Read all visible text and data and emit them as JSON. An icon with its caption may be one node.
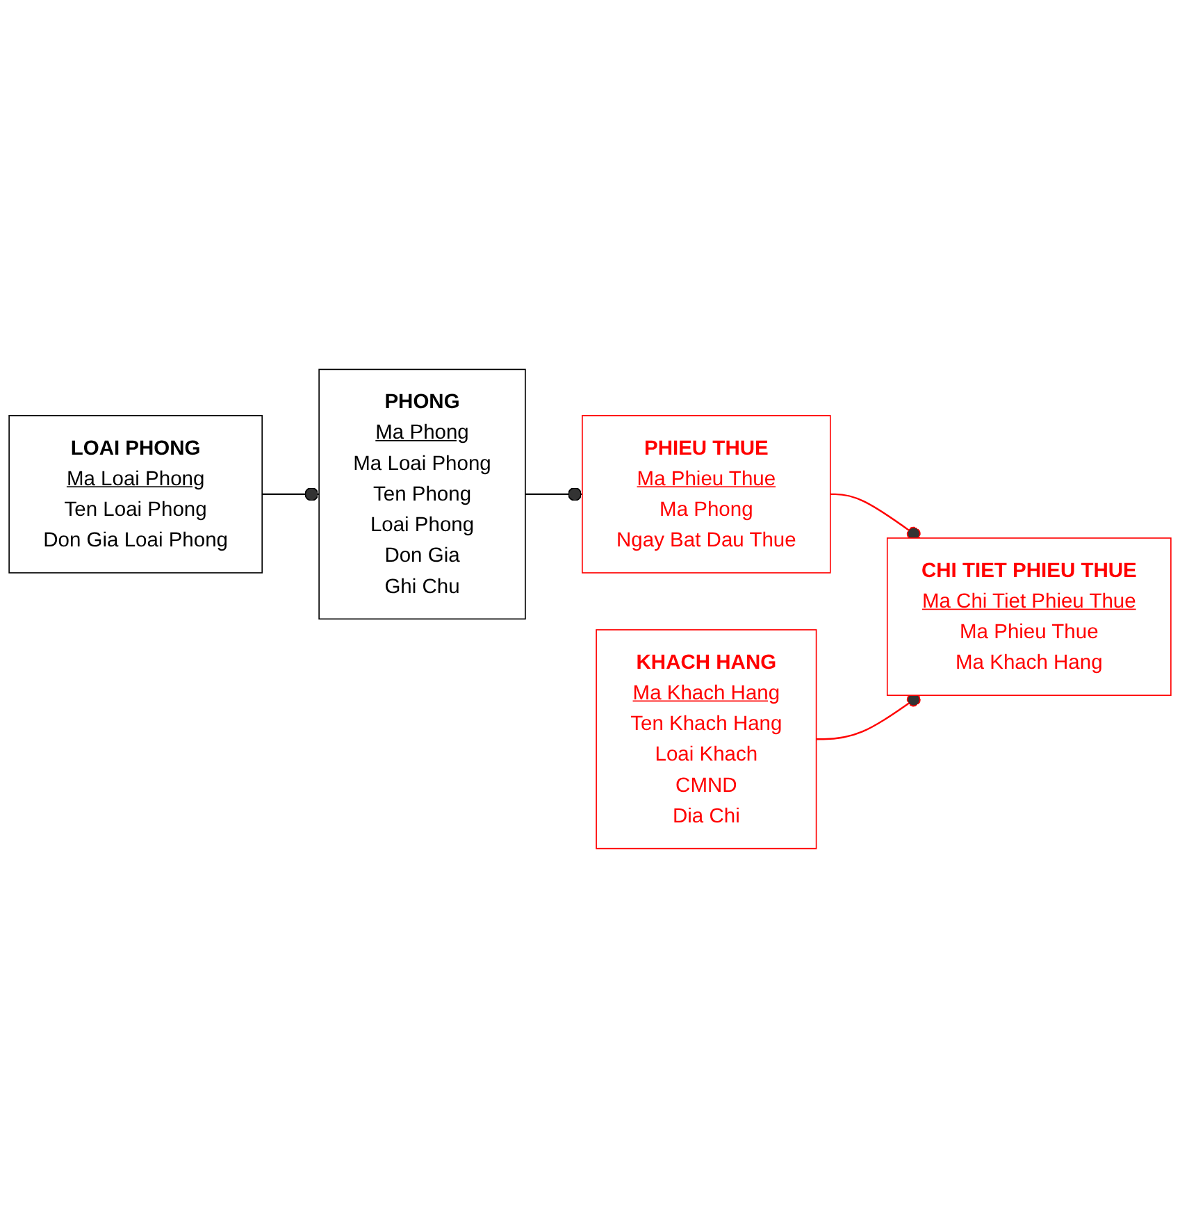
{
  "diagram": {
    "nodes": [
      {
        "text": [
          "LOAI PHONG",
          "Ma Loai Phong",
          "Ten Loai Phong",
          "Don Gia Loai Phong"
        ]
      },
      {
        "text": [
          "PHONG",
          "Ma Phong",
          "Ma Loai Phong",
          "Ten Phong",
          "Loai Phong",
          "Don Gia",
          "Ghi Chu"
        ]
      },
      {
        "text": [
          "PHIEU THUE",
          "Ma Phieu Thue",
          "Ma Phong",
          "Ngay Bat Dau Thue"
        ]
      },
      {
        "text": [
          "CHI TIET PHIEU THUE",
          "Ma Chi Tiet Phieu Thue",
          "Ma Phieu Thue",
          "Ma Khach Hang"
        ]
      },
      {
        "text": [
          "KHACH HANG",
          "Ma Khach Hang",
          "Ten Khach Hang",
          "Loai Khach",
          "CMND",
          "Dia Chi"
        ]
      }
    ],
    "edges": [
      {
        "from": 0,
        "to": 1,
        "arrow": "other"
      },
      {
        "from": 1,
        "to": 2,
        "arrow": "other"
      },
      {
        "from": 2,
        "to": 3,
        "arrow": "other",
        "color": "#ff0000"
      },
      {
        "from": 4,
        "to": 3,
        "arrow": "other",
        "color": "#ff0000"
      }
    ]
  }
}
